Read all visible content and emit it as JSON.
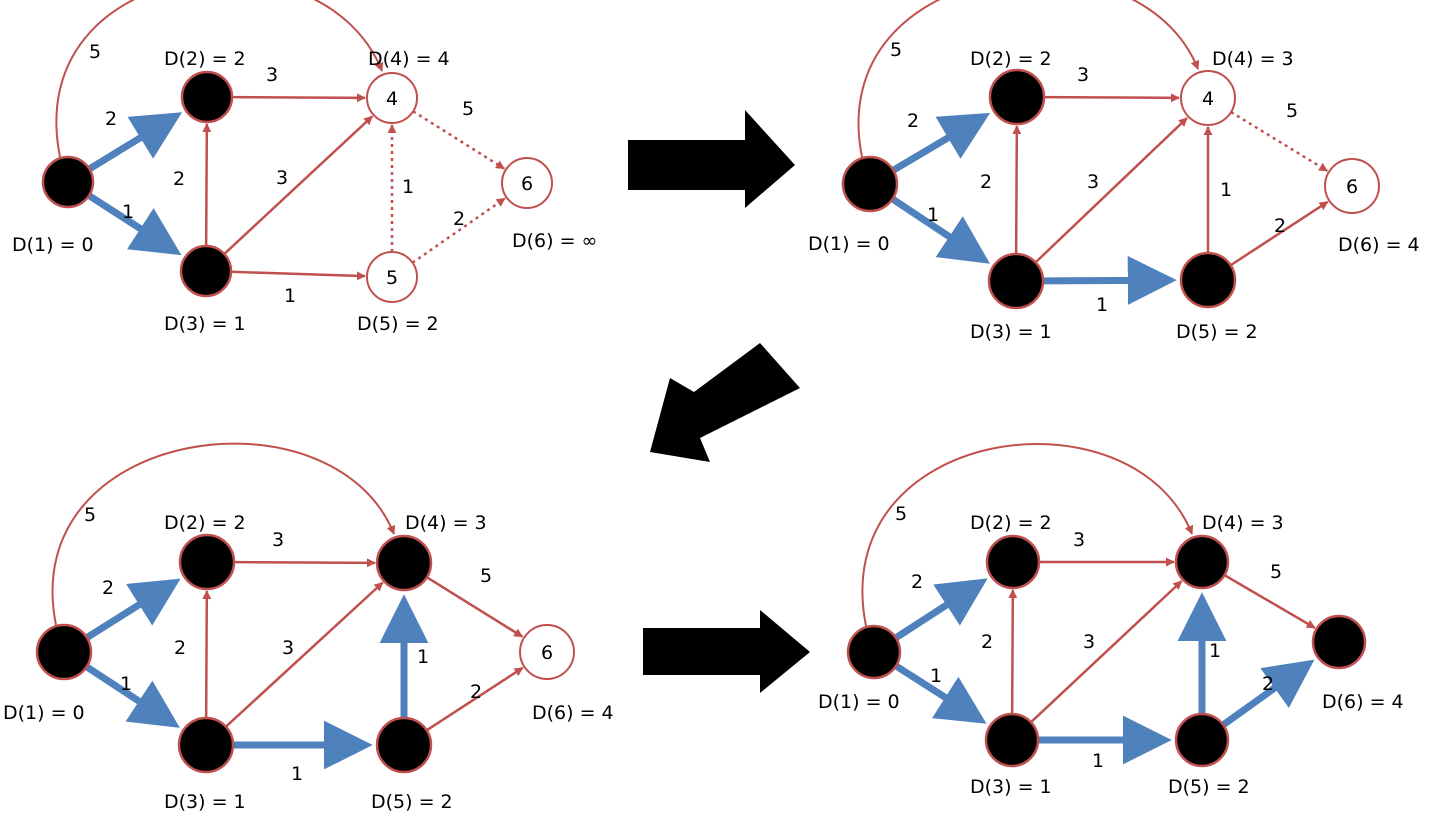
{
  "colors": {
    "red_edge": "#c0504d",
    "blue_edge": "#4f81bd",
    "node_fill_visited": "#000000",
    "node_fill_open": "#ffffff",
    "node_stroke": "#c0504d",
    "arrow": "#000000"
  },
  "panels": [
    {
      "labels": {
        "1": "D(1) = 0",
        "2": "D(2) = 2",
        "3": "D(3) = 1",
        "4": "D(4) = 4",
        "5": "D(5) = 2",
        "6": "D(6) = ∞"
      },
      "visited": [
        "1",
        "2",
        "3"
      ],
      "edges": [
        {
          "from": "1",
          "to": "2",
          "weight": "2",
          "style": "blue"
        },
        {
          "from": "1",
          "to": "3",
          "weight": "1",
          "style": "blue"
        },
        {
          "from": "1",
          "to": "4",
          "weight": "5",
          "style": "red"
        },
        {
          "from": "2",
          "to": "4",
          "weight": "3",
          "style": "red"
        },
        {
          "from": "3",
          "to": "2",
          "weight": "2",
          "style": "red"
        },
        {
          "from": "3",
          "to": "4",
          "weight": "3",
          "style": "red"
        },
        {
          "from": "3",
          "to": "5",
          "weight": "1",
          "style": "red"
        },
        {
          "from": "5",
          "to": "4",
          "weight": "1",
          "style": "dotted"
        },
        {
          "from": "4",
          "to": "6",
          "weight": "5",
          "style": "dotted"
        },
        {
          "from": "5",
          "to": "6",
          "weight": "2",
          "style": "dotted"
        }
      ]
    },
    {
      "labels": {
        "1": "D(1) = 0",
        "2": "D(2) = 2",
        "3": "D(3) = 1",
        "4": "D(4) = 3",
        "5": "D(5) = 2",
        "6": "D(6) = 4"
      },
      "visited": [
        "1",
        "2",
        "3",
        "5"
      ],
      "edges": [
        {
          "from": "1",
          "to": "2",
          "weight": "2",
          "style": "blue"
        },
        {
          "from": "1",
          "to": "3",
          "weight": "1",
          "style": "blue"
        },
        {
          "from": "1",
          "to": "4",
          "weight": "5",
          "style": "red"
        },
        {
          "from": "2",
          "to": "4",
          "weight": "3",
          "style": "red"
        },
        {
          "from": "3",
          "to": "2",
          "weight": "2",
          "style": "red"
        },
        {
          "from": "3",
          "to": "4",
          "weight": "3",
          "style": "red"
        },
        {
          "from": "3",
          "to": "5",
          "weight": "1",
          "style": "blue"
        },
        {
          "from": "5",
          "to": "4",
          "weight": "1",
          "style": "red"
        },
        {
          "from": "4",
          "to": "6",
          "weight": "5",
          "style": "dotted"
        },
        {
          "from": "5",
          "to": "6",
          "weight": "2",
          "style": "red"
        }
      ]
    },
    {
      "labels": {
        "1": "D(1) = 0",
        "2": "D(2) = 2",
        "3": "D(3) = 1",
        "4": "D(4) = 3",
        "5": "D(5) = 2",
        "6": "D(6) = 4"
      },
      "visited": [
        "1",
        "2",
        "3",
        "4",
        "5"
      ],
      "edges": [
        {
          "from": "1",
          "to": "2",
          "weight": "2",
          "style": "blue"
        },
        {
          "from": "1",
          "to": "3",
          "weight": "1",
          "style": "blue"
        },
        {
          "from": "1",
          "to": "4",
          "weight": "5",
          "style": "red"
        },
        {
          "from": "2",
          "to": "4",
          "weight": "3",
          "style": "red"
        },
        {
          "from": "3",
          "to": "2",
          "weight": "2",
          "style": "red"
        },
        {
          "from": "3",
          "to": "4",
          "weight": "3",
          "style": "red"
        },
        {
          "from": "3",
          "to": "5",
          "weight": "1",
          "style": "blue"
        },
        {
          "from": "5",
          "to": "4",
          "weight": "1",
          "style": "blue"
        },
        {
          "from": "4",
          "to": "6",
          "weight": "5",
          "style": "red"
        },
        {
          "from": "5",
          "to": "6",
          "weight": "2",
          "style": "red"
        }
      ]
    },
    {
      "labels": {
        "1": "D(1) = 0",
        "2": "D(2) = 2",
        "3": "D(3) = 1",
        "4": "D(4) = 3",
        "5": "D(5) = 2",
        "6": "D(6) = 4"
      },
      "visited": [
        "1",
        "2",
        "3",
        "4",
        "5",
        "6"
      ],
      "edges": [
        {
          "from": "1",
          "to": "2",
          "weight": "2",
          "style": "blue"
        },
        {
          "from": "1",
          "to": "3",
          "weight": "1",
          "style": "blue"
        },
        {
          "from": "1",
          "to": "4",
          "weight": "5",
          "style": "red"
        },
        {
          "from": "2",
          "to": "4",
          "weight": "3",
          "style": "red"
        },
        {
          "from": "3",
          "to": "2",
          "weight": "2",
          "style": "red"
        },
        {
          "from": "3",
          "to": "4",
          "weight": "3",
          "style": "red"
        },
        {
          "from": "3",
          "to": "5",
          "weight": "1",
          "style": "blue"
        },
        {
          "from": "5",
          "to": "4",
          "weight": "1",
          "style": "blue"
        },
        {
          "from": "4",
          "to": "6",
          "weight": "5",
          "style": "red"
        },
        {
          "from": "5",
          "to": "6",
          "weight": "2",
          "style": "blue"
        }
      ]
    }
  ]
}
